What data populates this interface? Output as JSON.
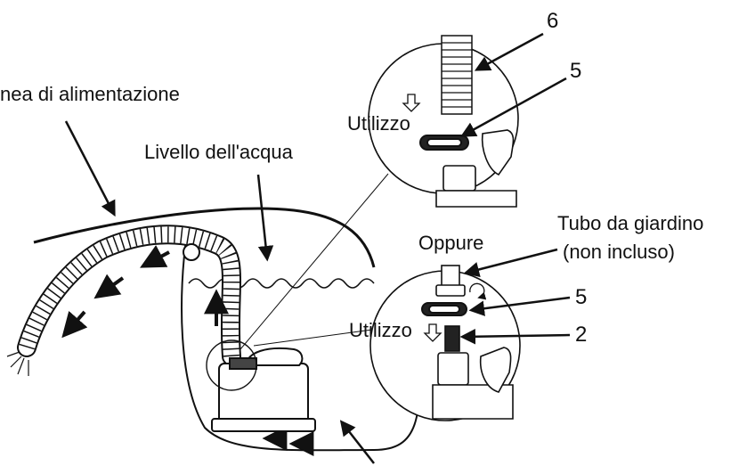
{
  "labels": {
    "power_line": "nea di alimentazione",
    "water_level": "Livello dell'acqua",
    "usage_top": "Utilizzo",
    "usage_bottom": "Utilizzo",
    "or": "Oppure",
    "garden_hose_line1": "Tubo da giardino",
    "garden_hose_line2": "(non incluso)",
    "callout_6": "6",
    "callout_5_top": "5",
    "callout_5_bottom": "5",
    "callout_2": "2"
  },
  "colors": {
    "ink": "#111111",
    "paper": "#ffffff"
  }
}
